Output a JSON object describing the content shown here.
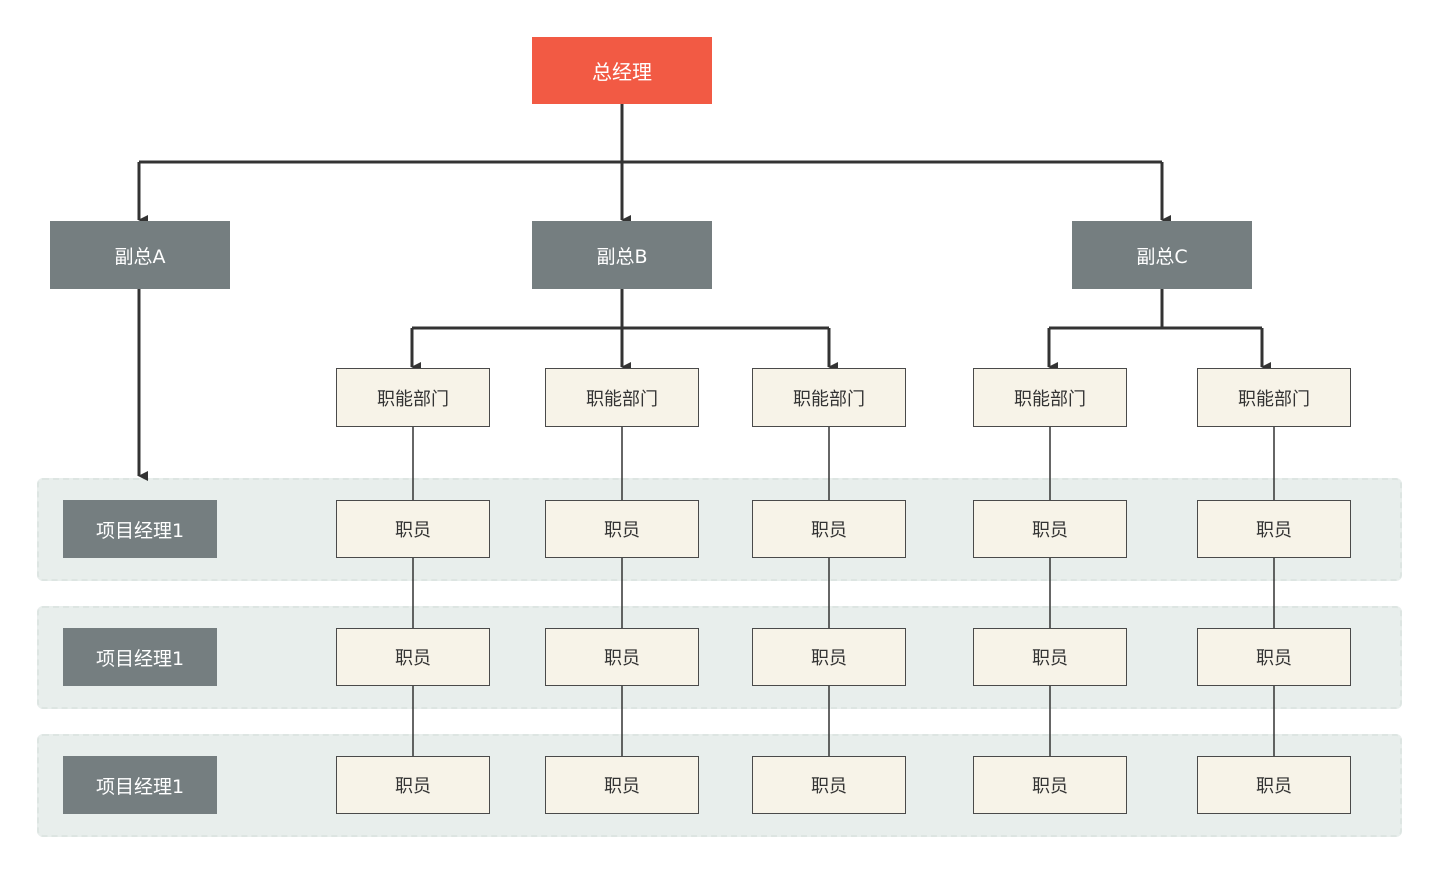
{
  "diagram": {
    "ceo": {
      "label": "总经理"
    },
    "vps": [
      {
        "label": "副总A"
      },
      {
        "label": "副总B"
      },
      {
        "label": "副总C"
      }
    ],
    "departments": [
      {
        "label": "职能部门"
      },
      {
        "label": "职能部门"
      },
      {
        "label": "职能部门"
      },
      {
        "label": "职能部门"
      },
      {
        "label": "职能部门"
      }
    ],
    "project_rows": [
      {
        "manager": "项目经理1",
        "staff": [
          "职员",
          "职员",
          "职员",
          "职员",
          "职员"
        ]
      },
      {
        "manager": "项目经理1",
        "staff": [
          "职员",
          "职员",
          "职员",
          "职员",
          "职员"
        ]
      },
      {
        "manager": "项目经理1",
        "staff": [
          "职员",
          "职员",
          "职员",
          "职员",
          "职员"
        ]
      }
    ]
  },
  "colors": {
    "ceo": "#f25a44",
    "vp": "#757e80",
    "box_fill": "#f7f3e8",
    "band": "#e8eeec",
    "connector": "#333333"
  }
}
